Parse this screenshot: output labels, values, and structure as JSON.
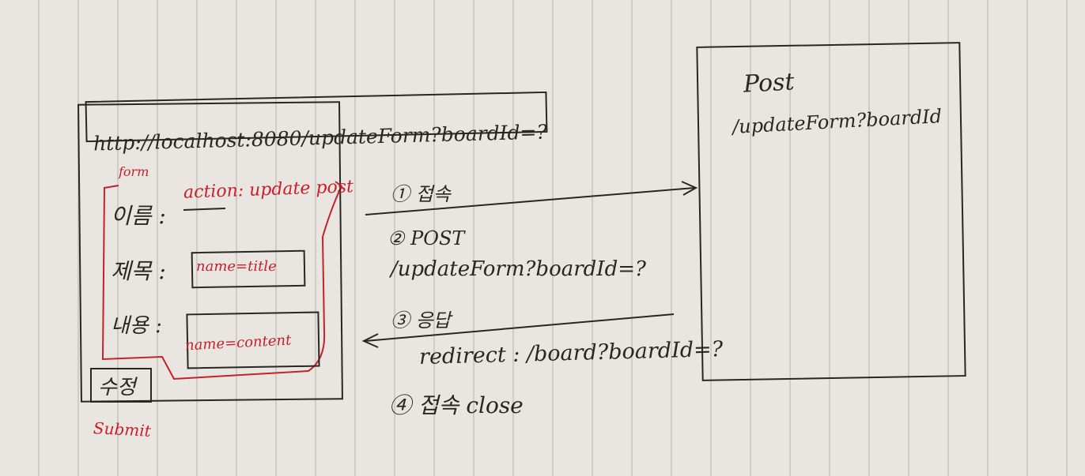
{
  "browser": {
    "url": "http://localhost:8080/updateForm?boardId=?"
  },
  "form": {
    "tag_label": "form",
    "action_label": "action: update post",
    "fields": [
      {
        "label": "이름",
        "name_attr": ""
      },
      {
        "label": "제목",
        "name_attr": "name=title"
      },
      {
        "label": "내용",
        "name_attr": "name=content"
      }
    ],
    "submit_label": "수정",
    "submit_annotation": "Submit"
  },
  "steps": {
    "step1": "① 접속",
    "step2_title": "② POST",
    "step2_path": "/updateForm?boardId=?",
    "step3_title": "③ 응답",
    "step3_detail": "redirect : /board?boardId=?",
    "step4": "④ 접속 close"
  },
  "server": {
    "method": "Post",
    "path": "/updateForm?boardId"
  },
  "colors": {
    "ink": "#2a2622",
    "red": "#c8202a",
    "paper": "#e9e6e2"
  }
}
